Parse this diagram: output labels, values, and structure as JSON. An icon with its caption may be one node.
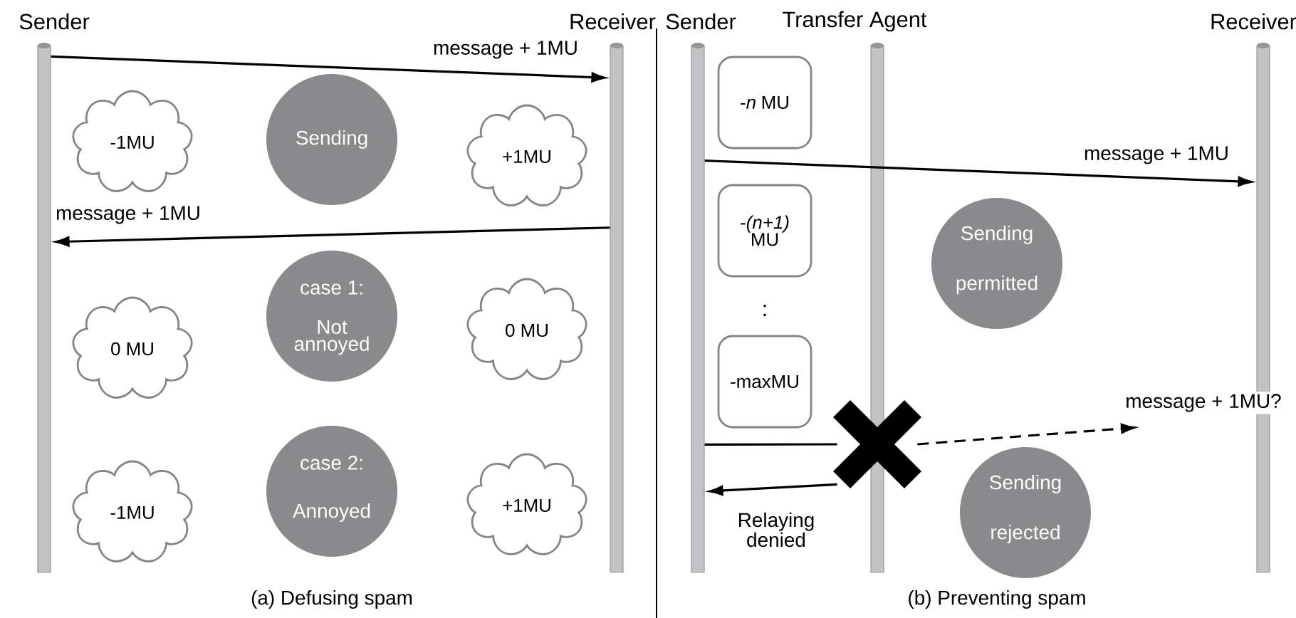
{
  "diagram": {
    "nodes": [
      {
        "text": [
          "Sender"
        ]
      },
      {
        "text": [
          "Receiver"
        ]
      },
      {
        "text": [
          "Sending"
        ]
      },
      {
        "text": [
          "-1MU"
        ]
      },
      {
        "text": [
          "+1MU"
        ]
      },
      {
        "text": [
          "case 1:",
          "Not annoyed"
        ]
      },
      {
        "text": [
          "0 MU"
        ]
      },
      {
        "text": [
          "0 MU"
        ]
      },
      {
        "text": [
          "case 2:",
          "Annoyed"
        ]
      },
      {
        "text": [
          "-1MU"
        ]
      },
      {
        "text": [
          "+1MU"
        ]
      },
      {
        "text": [
          "Sender"
        ]
      },
      {
        "text": [
          "Transfer Agent"
        ]
      },
      {
        "text": [
          "Receiver"
        ]
      },
      {
        "text": [
          "-*n* MU"
        ]
      },
      {
        "text": [
          "Sending",
          "permitted"
        ]
      },
      {
        "text": [
          "-*(n+1)* MU"
        ]
      },
      {
        "text": [
          "-maxMU"
        ]
      },
      {
        "text": [
          "Sending",
          "rejected"
        ]
      },
      {
        "text": [],
        "shape": "cross"
      }
    ],
    "edges": [
      {
        "from": 0,
        "to": 1,
        "arrow": "to",
        "label": "message + 1MU"
      },
      {
        "from": 1,
        "to": 0,
        "arrow": "to",
        "label": "message + 1MU"
      },
      {
        "from": 11,
        "to": 13,
        "arrow": "to",
        "label": "message + 1MU"
      },
      {
        "from": 11,
        "to": 19,
        "arrow": "none"
      },
      {
        "from": 19,
        "to": 11,
        "arrow": "to",
        "label": "Relaying denied"
      },
      {
        "from": 19,
        "to": null,
        "arrow": "to",
        "style": "dashed",
        "label": "message + 1MU?"
      }
    ],
    "labels": [
      ":",
      "(a) Defusing spam",
      "(b) Preventing spam"
    ]
  }
}
